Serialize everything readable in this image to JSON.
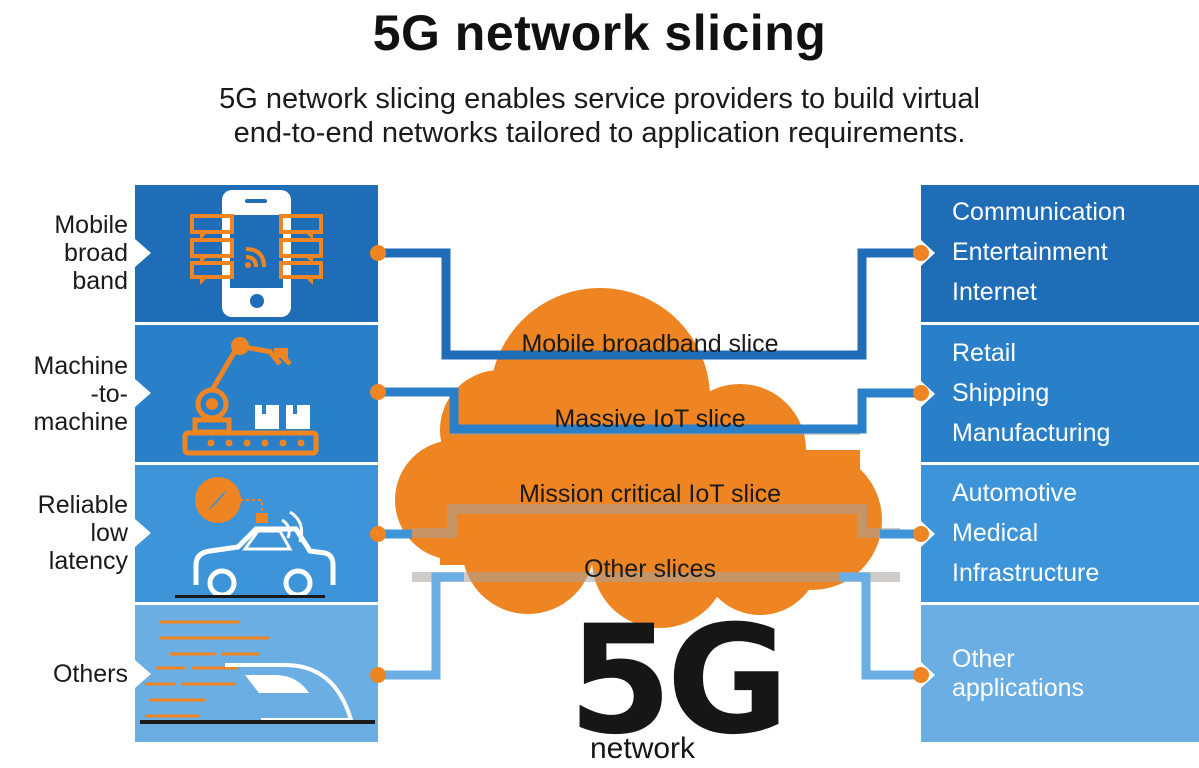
{
  "title": "5G network slicing",
  "subtitle": {
    "line1": "5G network slicing enables service providers to build virtual",
    "line2": "end-to-end networks tailored to application requirements."
  },
  "left_rows": [
    {
      "label_lines": [
        "Mobile",
        "broad",
        "band"
      ],
      "icon": "smartphone-icon"
    },
    {
      "label_lines": [
        "Machine",
        "-to-",
        "machine"
      ],
      "icon": "robot-arm-icon"
    },
    {
      "label_lines": [
        "Reliable",
        "low",
        "latency"
      ],
      "icon": "car-icon"
    },
    {
      "label_lines": [
        "Others"
      ],
      "icon": "high-speed-train-icon"
    }
  ],
  "slices": [
    {
      "label": "Mobile broadband slice"
    },
    {
      "label": "Massive IoT slice"
    },
    {
      "label": "Mission critical IoT slice"
    },
    {
      "label": "Other slices"
    }
  ],
  "right_rows": [
    {
      "lines": [
        "Communication",
        "Entertainment",
        "Internet"
      ]
    },
    {
      "lines": [
        "Retail",
        "Shipping",
        "Manufacturing"
      ]
    },
    {
      "lines": [
        "Automotive",
        "Medical",
        "Infrastructure"
      ]
    },
    {
      "lines": [
        "Other",
        "applications"
      ]
    }
  ],
  "center_logo": "5G",
  "bottom_partial_text": "network",
  "colors": {
    "panel_row1": "#1f6db6",
    "panel_row2": "#2a80c8",
    "panel_row3": "#3d94d8",
    "panel_row4": "#6aaee4",
    "accent_orange": "#ee8422",
    "cloud_orange": "#ee8422",
    "line_gray": "#9a9a9a"
  }
}
